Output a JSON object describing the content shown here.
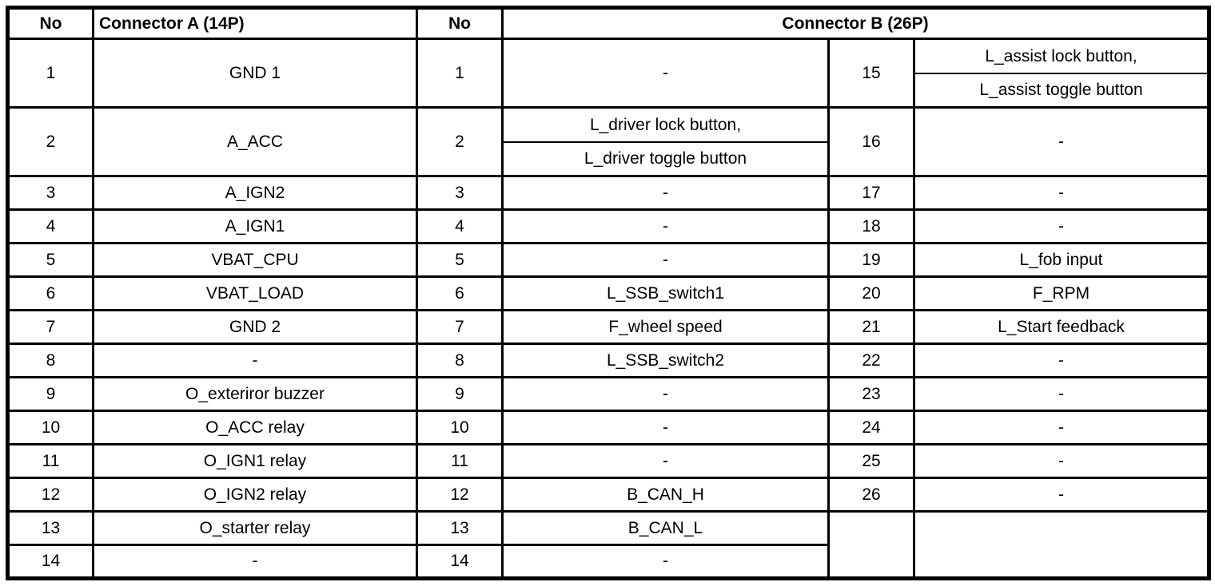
{
  "header": {
    "no_a": "No",
    "connector_a": "Connector A (14P)",
    "no_b": "No",
    "connector_b": "Connector B (26P)"
  },
  "rows": [
    {
      "a_no": "1",
      "a": "GND 1",
      "b_no": "1",
      "b": "-",
      "b2_no": "15",
      "b2_top": "L_assist lock button,",
      "b2_bottom": "L_assist toggle button"
    },
    {
      "a_no": "2",
      "a": "A_ACC",
      "b_no": "2",
      "b_top": "L_driver lock button,",
      "b_bottom": "L_driver toggle button",
      "b2_no": "16",
      "b2": "-"
    },
    {
      "a_no": "3",
      "a": "A_IGN2",
      "b_no": "3",
      "b": "-",
      "b2_no": "17",
      "b2": "-"
    },
    {
      "a_no": "4",
      "a": "A_IGN1",
      "b_no": "4",
      "b": "-",
      "b2_no": "18",
      "b2": "-"
    },
    {
      "a_no": "5",
      "a": "VBAT_CPU",
      "b_no": "5",
      "b": "-",
      "b2_no": "19",
      "b2": "L_fob input"
    },
    {
      "a_no": "6",
      "a": "VBAT_LOAD",
      "b_no": "6",
      "b": "L_SSB_switch1",
      "b2_no": "20",
      "b2": "F_RPM"
    },
    {
      "a_no": "7",
      "a": "GND 2",
      "b_no": "7",
      "b": "F_wheel speed",
      "b2_no": "21",
      "b2": "L_Start feedback"
    },
    {
      "a_no": "8",
      "a": "-",
      "b_no": "8",
      "b": "L_SSB_switch2",
      "b2_no": "22",
      "b2": "-"
    },
    {
      "a_no": "9",
      "a": "O_exteriror buzzer",
      "b_no": "9",
      "b": "-",
      "b2_no": "23",
      "b2": "-"
    },
    {
      "a_no": "10",
      "a": "O_ACC relay",
      "b_no": "10",
      "b": "-",
      "b2_no": "24",
      "b2": "-"
    },
    {
      "a_no": "11",
      "a": "O_IGN1 relay",
      "b_no": "11",
      "b": "-",
      "b2_no": "25",
      "b2": "-"
    },
    {
      "a_no": "12",
      "a": "O_IGN2 relay",
      "b_no": "12",
      "b": "B_CAN_H",
      "b2_no": "26",
      "b2": "-"
    },
    {
      "a_no": "13",
      "a": "O_starter relay",
      "b_no": "13",
      "b": "B_CAN_L"
    },
    {
      "a_no": "14",
      "a": "-",
      "b_no": "14",
      "b": "-"
    }
  ],
  "colors": {
    "border": "#000000",
    "text": "#000000",
    "background": "#ffffff"
  }
}
